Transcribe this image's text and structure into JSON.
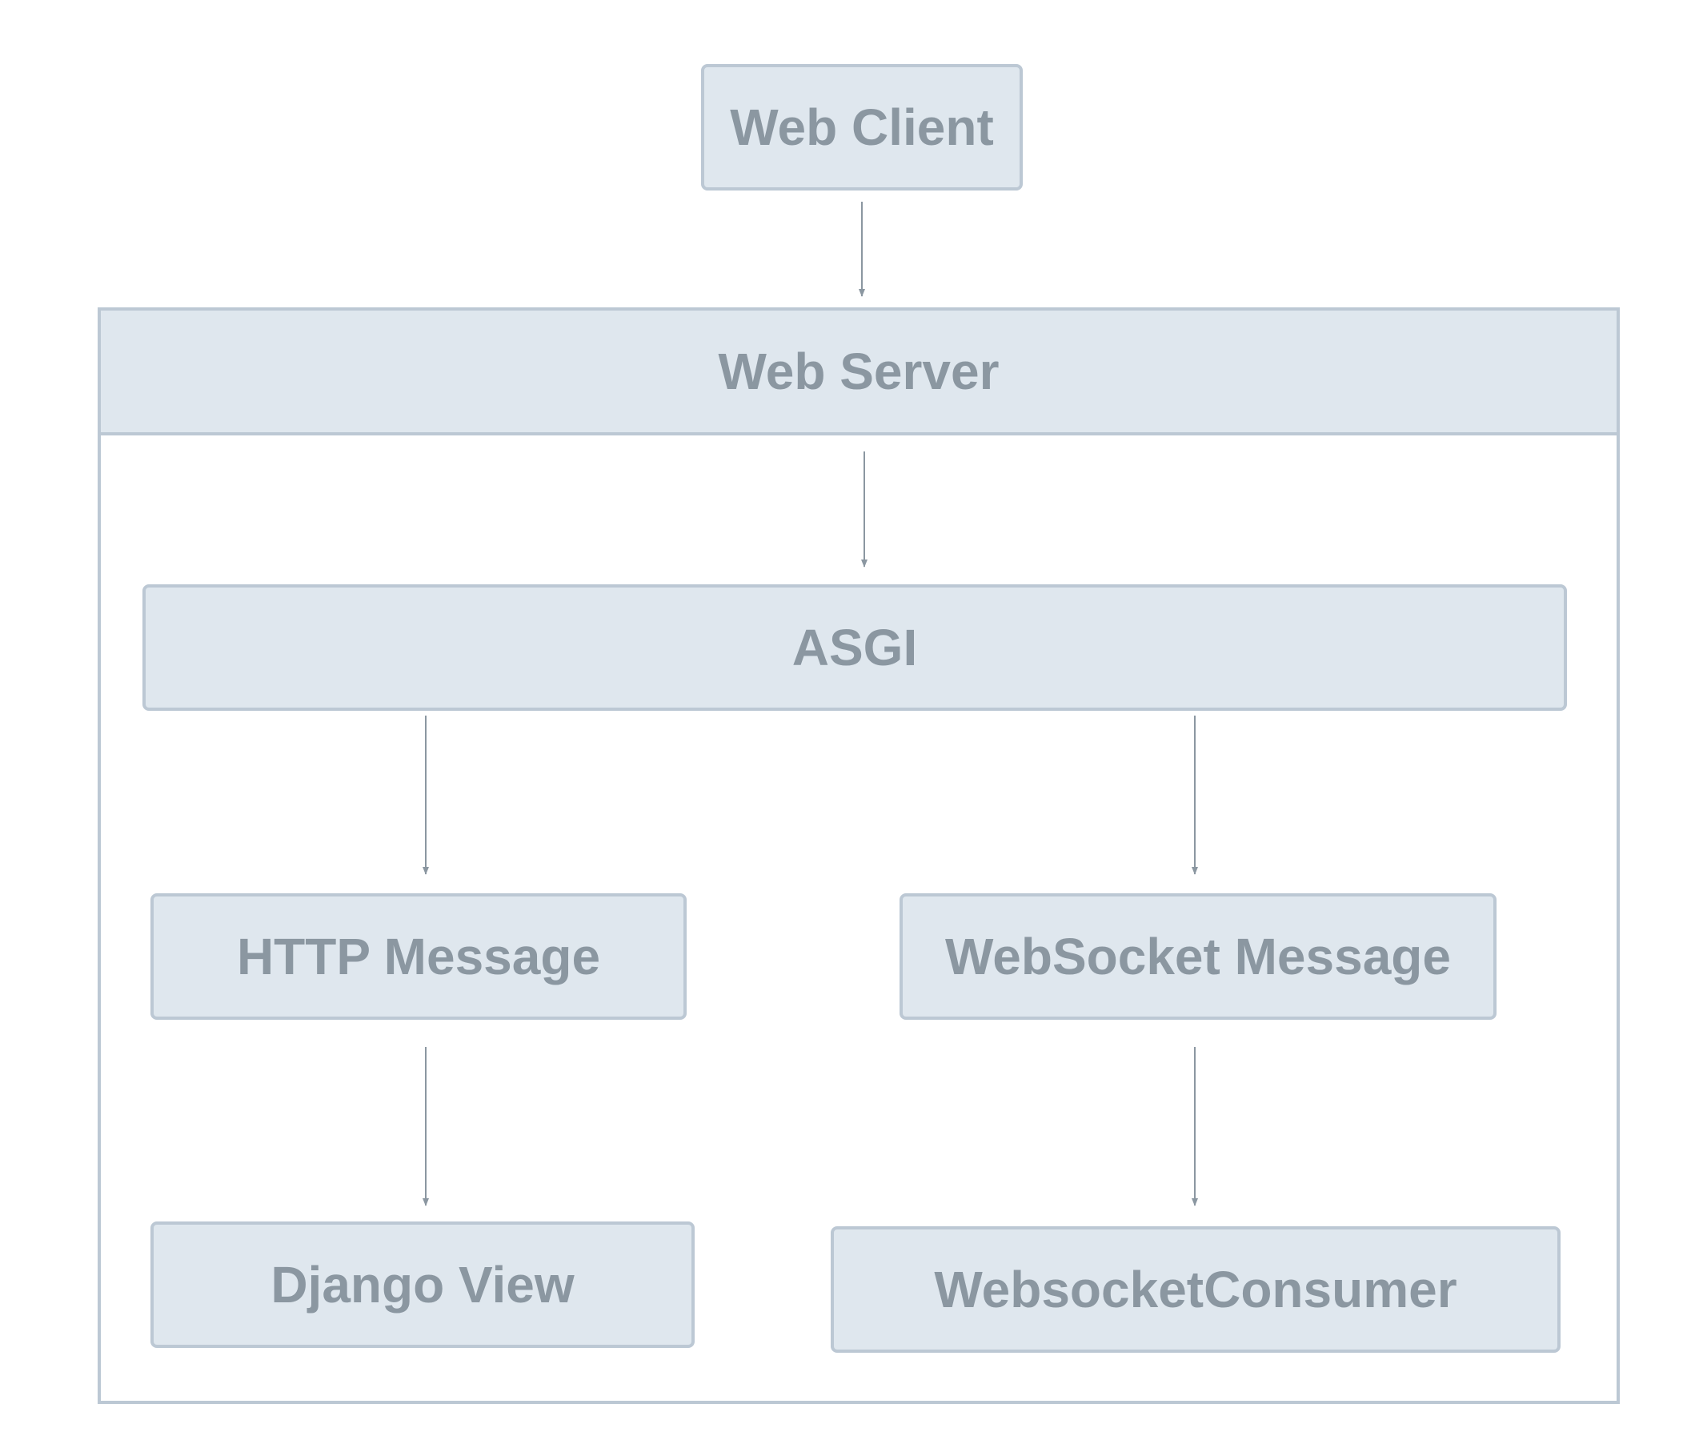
{
  "diagram": {
    "nodes": {
      "web_client": "Web Client",
      "web_server": "Web Server",
      "asgi": "ASGI",
      "http_message": "HTTP Message",
      "websocket_message": "WebSocket Message",
      "django_view": "Django View",
      "websocket_consumer": "WebsocketConsumer"
    },
    "edges": [
      {
        "from": "Web Client",
        "to": "Web Server"
      },
      {
        "from": "Web Server",
        "to": "ASGI"
      },
      {
        "from": "ASGI",
        "to": "HTTP Message"
      },
      {
        "from": "ASGI",
        "to": "WebSocket Message"
      },
      {
        "from": "HTTP Message",
        "to": "Django View"
      },
      {
        "from": "WebSocket Message",
        "to": "WebsocketConsumer"
      }
    ],
    "colors": {
      "node_fill": "#dfe7ee",
      "node_border": "#bcc8d4",
      "label": "#8b97a1",
      "arrow": "#8b97a1"
    }
  }
}
